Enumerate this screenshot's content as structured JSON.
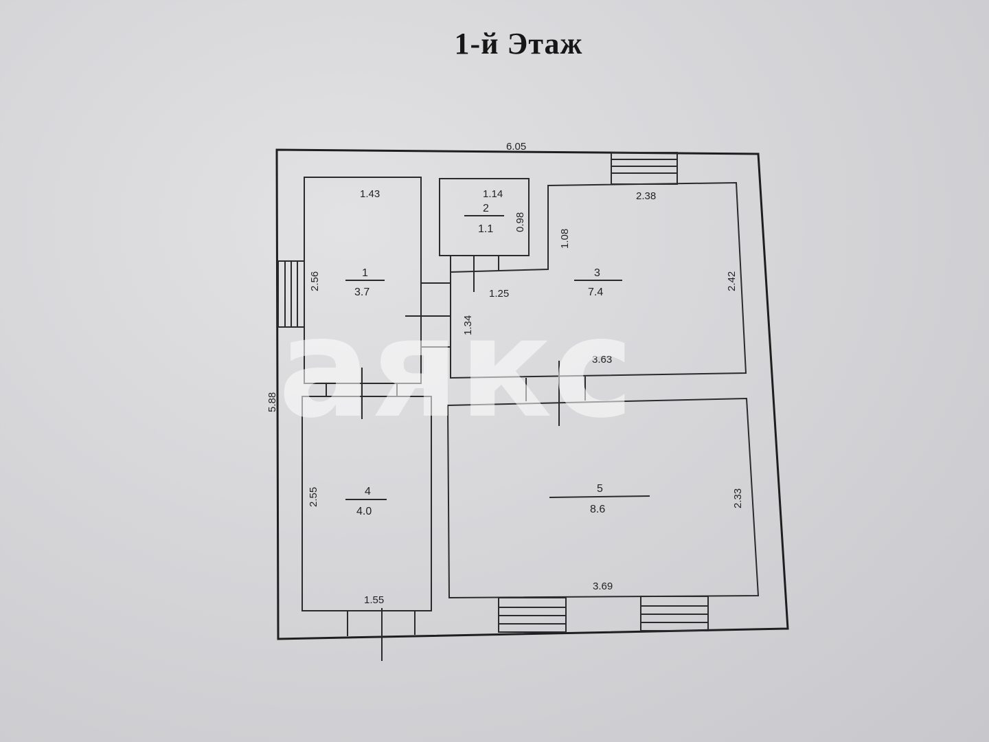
{
  "title": "1-й Этаж",
  "watermark": "аякс",
  "dimensions": {
    "overall_width": "6.05",
    "overall_height": "5.88",
    "room1_width": "1.43",
    "room1_height": "2.56",
    "room2_width": "1.14",
    "room2_height": "0.98",
    "room3_top": "2.38",
    "room3_left": "1.08",
    "room3_right": "2.42",
    "room3_mid": "1.25",
    "room3_bottom": "3.63",
    "corridor_height": "1.34",
    "room4_height": "2.55",
    "room4_width": "1.55",
    "room5_height": "2.33",
    "room5_width": "3.69"
  },
  "rooms": [
    {
      "number": "1",
      "area": "3.7"
    },
    {
      "number": "2",
      "area": "1.1"
    },
    {
      "number": "3",
      "area": "7.4"
    },
    {
      "number": "4",
      "area": "4.0"
    },
    {
      "number": "5",
      "area": "8.6"
    }
  ]
}
